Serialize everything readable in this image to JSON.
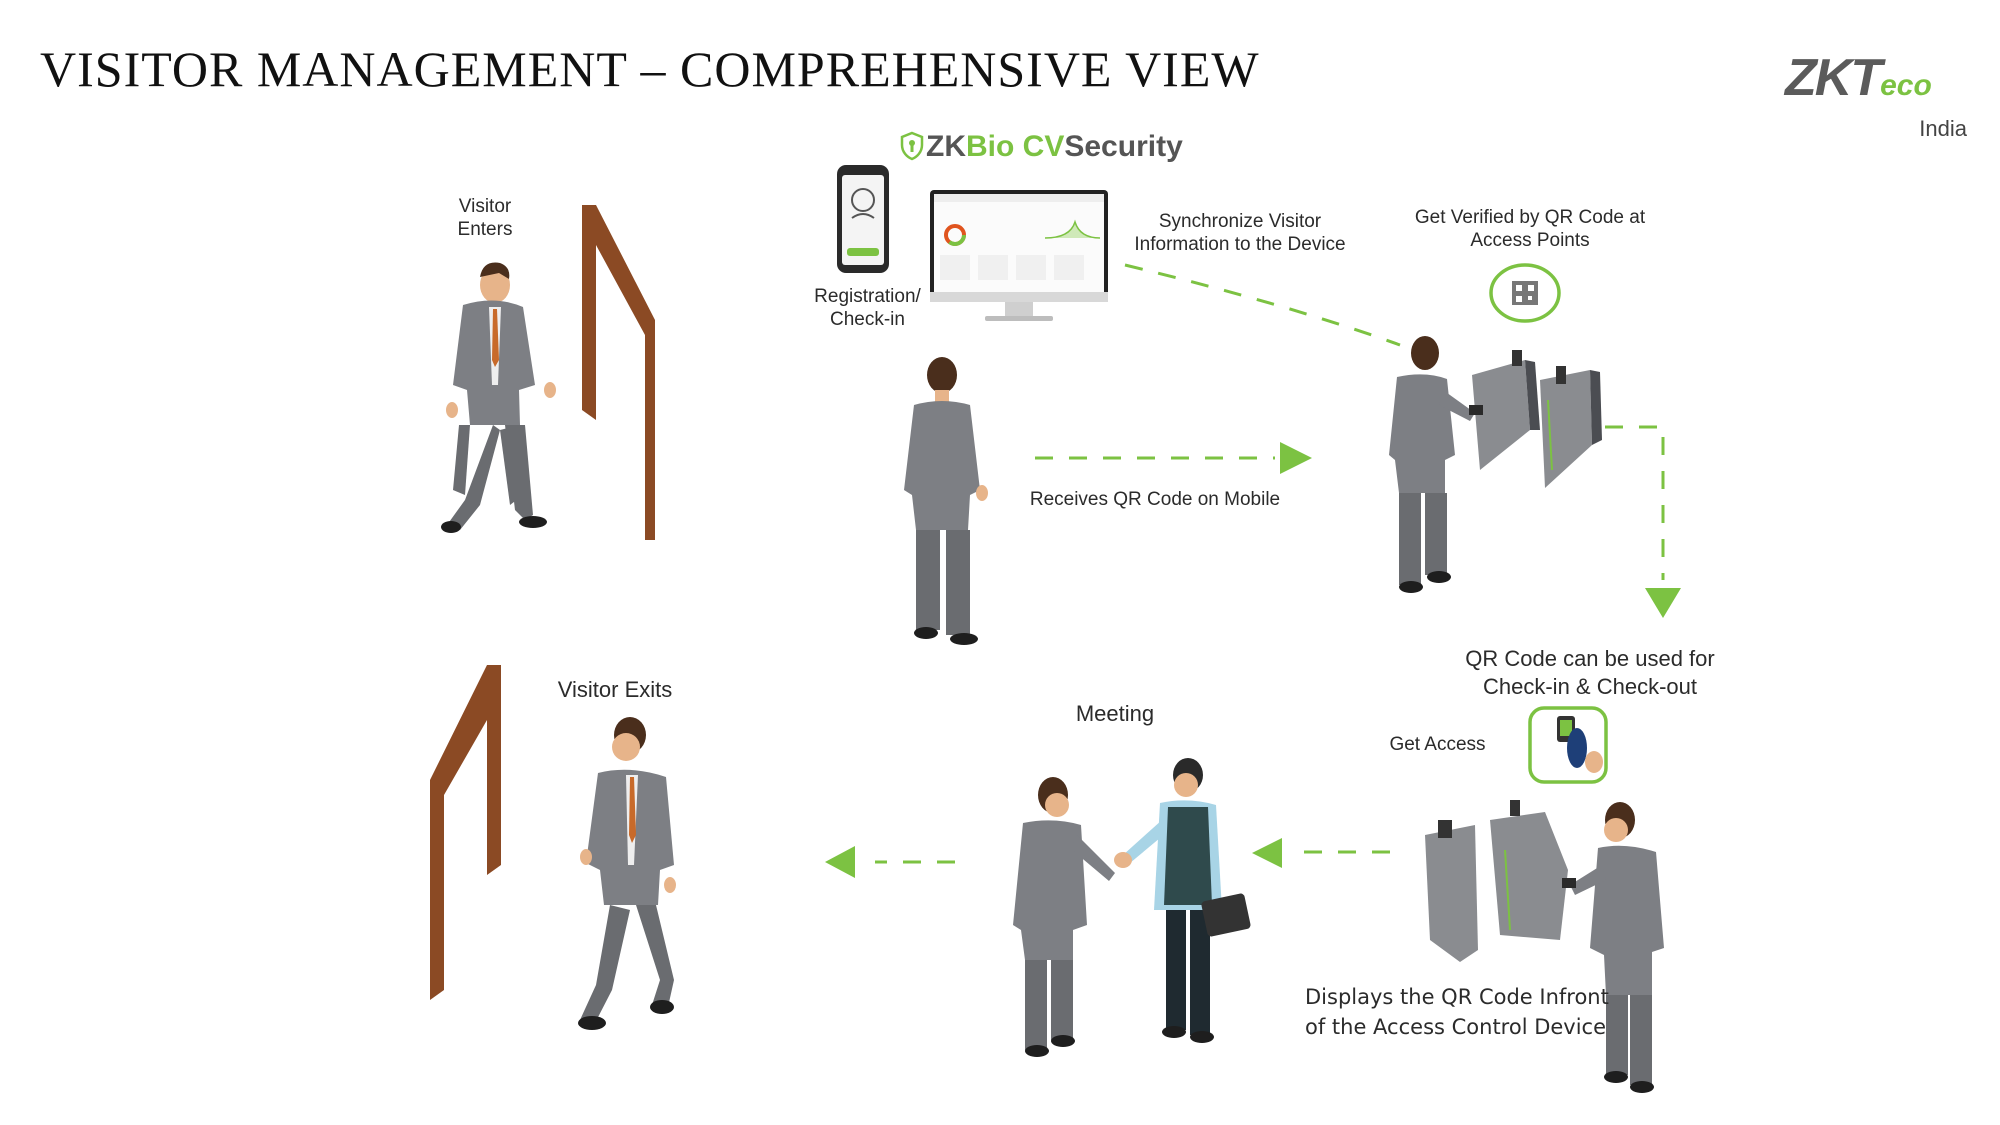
{
  "header": {
    "title": "VISITOR MANAGEMENT – COMPREHENSIVE VIEW"
  },
  "logo": {
    "brand_main": "ZKT",
    "brand_eco": "eco",
    "region": "India"
  },
  "product": {
    "name_zk": "ZK",
    "name_bio": "Bio ",
    "name_cv": "CV",
    "name_security": "Security"
  },
  "steps": {
    "visitor_enters": "Visitor\nEnters",
    "registration": "Registration/\nCheck-in",
    "synchronize": "Synchronize Visitor\nInformation to the Device",
    "verified": "Get Verified by QR Code at\nAccess Points",
    "receives_qr": "Receives QR Code on Mobile",
    "qr_checkinout": "QR Code can be used for\nCheck-in & Check-out",
    "get_access": "Get Access",
    "displays_qr": "Displays the QR Code Infront\nof the Access Control Device",
    "meeting": "Meeting",
    "visitor_exits": "Visitor Exits"
  },
  "colors": {
    "accent_green": "#7cc242",
    "door_brown": "#8b4a24",
    "suit_gray": "#7d7f84",
    "skin": "#e7b48a",
    "hair": "#4a2e1c"
  }
}
